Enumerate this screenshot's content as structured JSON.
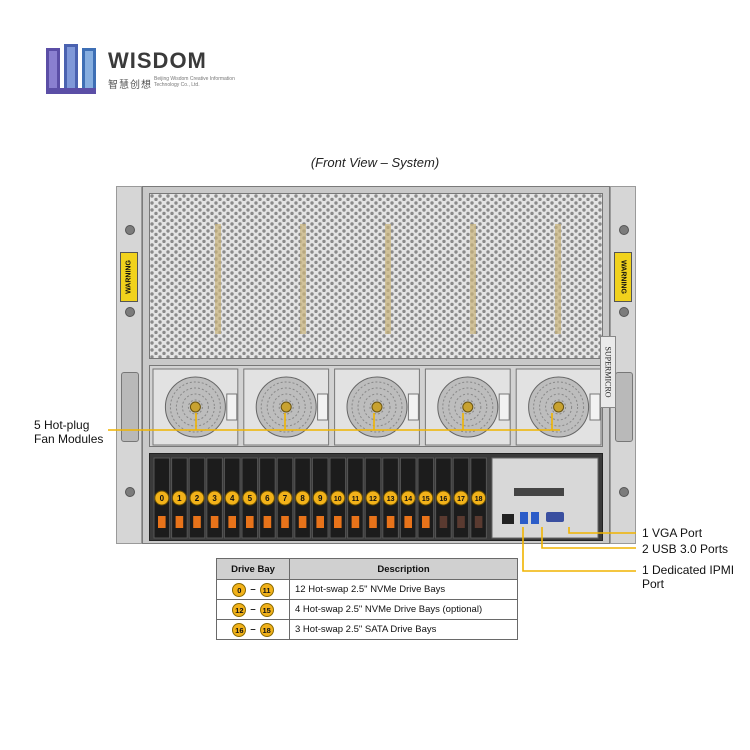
{
  "logo": {
    "brand": "WISDOM",
    "cn": "智慧创想",
    "en": "Beijing Wisdom Creative Information Technology Co., Ltd.",
    "colors": {
      "mark_purple": "#5b4ea6",
      "mark_blue": "#3e6fb5"
    }
  },
  "caption": "(Front View – System)",
  "chassis": {
    "warning_text": "WARNING",
    "brand_plate": "SUPERMICRO",
    "fan_count": 5,
    "drive_count": 19,
    "drive_labels": [
      "0",
      "1",
      "2",
      "3",
      "4",
      "5",
      "6",
      "7",
      "8",
      "9",
      "10",
      "11",
      "12",
      "13",
      "14",
      "15",
      "16",
      "17",
      "18"
    ]
  },
  "callouts": {
    "fans": "5 Hot-plug\nFan Modules",
    "vga": "1 VGA Port",
    "usb": "2 USB 3.0 Ports",
    "ipmi": "1 Dedicated IPMI\nPort"
  },
  "table": {
    "headers": {
      "bay": "Drive Bay",
      "desc": "Description"
    },
    "rows": [
      {
        "from": "0",
        "to": "11",
        "desc": "12 Hot-swap 2.5\" NVMe Drive  Bays"
      },
      {
        "from": "12",
        "to": "15",
        "desc": "4 Hot-swap 2.5\" NVMe Drive  Bays (optional)"
      },
      {
        "from": "16",
        "to": "18",
        "desc": "3 Hot-swap 2.5\" SATA Drive  Bays"
      }
    ],
    "dash": "–"
  },
  "colors": {
    "callout_line": "#f0b400",
    "badge": "#f2b21a",
    "drive_tray_orange": "#e8731a"
  }
}
